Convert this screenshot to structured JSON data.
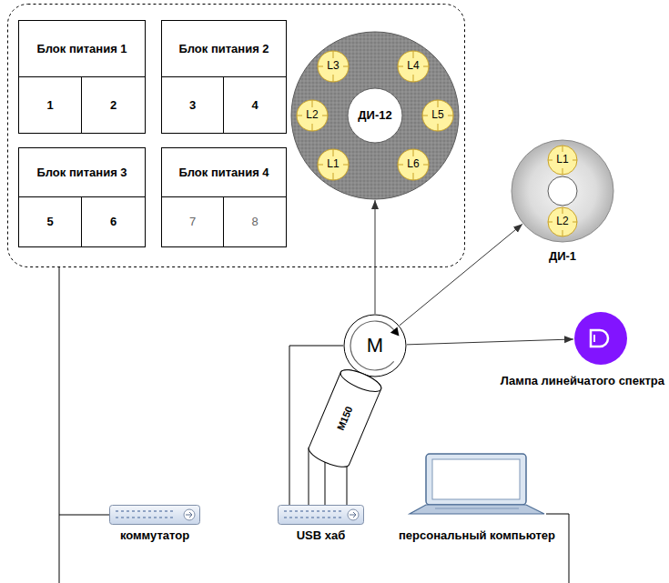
{
  "diagram": {
    "nodes": [
      {
        "text": [
          "Блок питания 1"
        ]
      },
      {
        "text": [
          "1"
        ],
        "in": 0
      },
      {
        "text": [
          "2"
        ],
        "in": 0
      },
      {
        "text": [
          "Блок питания 2"
        ]
      },
      {
        "text": [
          "3"
        ],
        "in": 3
      },
      {
        "text": [
          "4"
        ],
        "in": 3
      },
      {
        "text": [
          "Блок питания 3"
        ]
      },
      {
        "text": [
          "5"
        ],
        "in": 6
      },
      {
        "text": [
          "6"
        ],
        "in": 6
      },
      {
        "text": [
          "Блок питания 4"
        ]
      },
      {
        "text": [
          "7"
        ],
        "in": 9
      },
      {
        "text": [
          "8"
        ],
        "in": 9
      },
      {
        "text": [
          "ДИ-12"
        ]
      },
      {
        "text": [
          "L3"
        ],
        "in": 12
      },
      {
        "text": [
          "L4"
        ],
        "in": 12
      },
      {
        "text": [
          "L2"
        ],
        "in": 12
      },
      {
        "text": [
          "L5"
        ],
        "in": 12
      },
      {
        "text": [
          "L1"
        ],
        "in": 12
      },
      {
        "text": [
          "L6"
        ],
        "in": 12
      },
      {
        "text": [
          "ДИ-1"
        ]
      },
      {
        "text": [
          "L1"
        ],
        "in": 19
      },
      {
        "text": [
          "L2"
        ],
        "in": 19
      },
      {
        "text": [
          "M"
        ]
      },
      {
        "text": [
          "M150"
        ]
      },
      {
        "text": [
          "Лампа линейчатого спектра"
        ]
      },
      {
        "text": [
          "коммутатор"
        ]
      },
      {
        "text": [
          "USB хаб"
        ]
      },
      {
        "text": [
          "персональный компьютер"
        ]
      }
    ],
    "edges": [
      {
        "from": 22,
        "to": 12,
        "arrow": "to"
      },
      {
        "from": 22,
        "to": 19,
        "arrow": "to"
      },
      {
        "from": 22,
        "to": 24,
        "arrow": "to"
      },
      {
        "from": 26,
        "to": 22,
        "arrow": "none"
      },
      {
        "from": 26,
        "to": 23,
        "arrow": "none"
      },
      {
        "from": 26,
        "to": 23,
        "arrow": "none"
      },
      {
        "from": 26,
        "to": 23,
        "arrow": "none"
      }
    ]
  }
}
